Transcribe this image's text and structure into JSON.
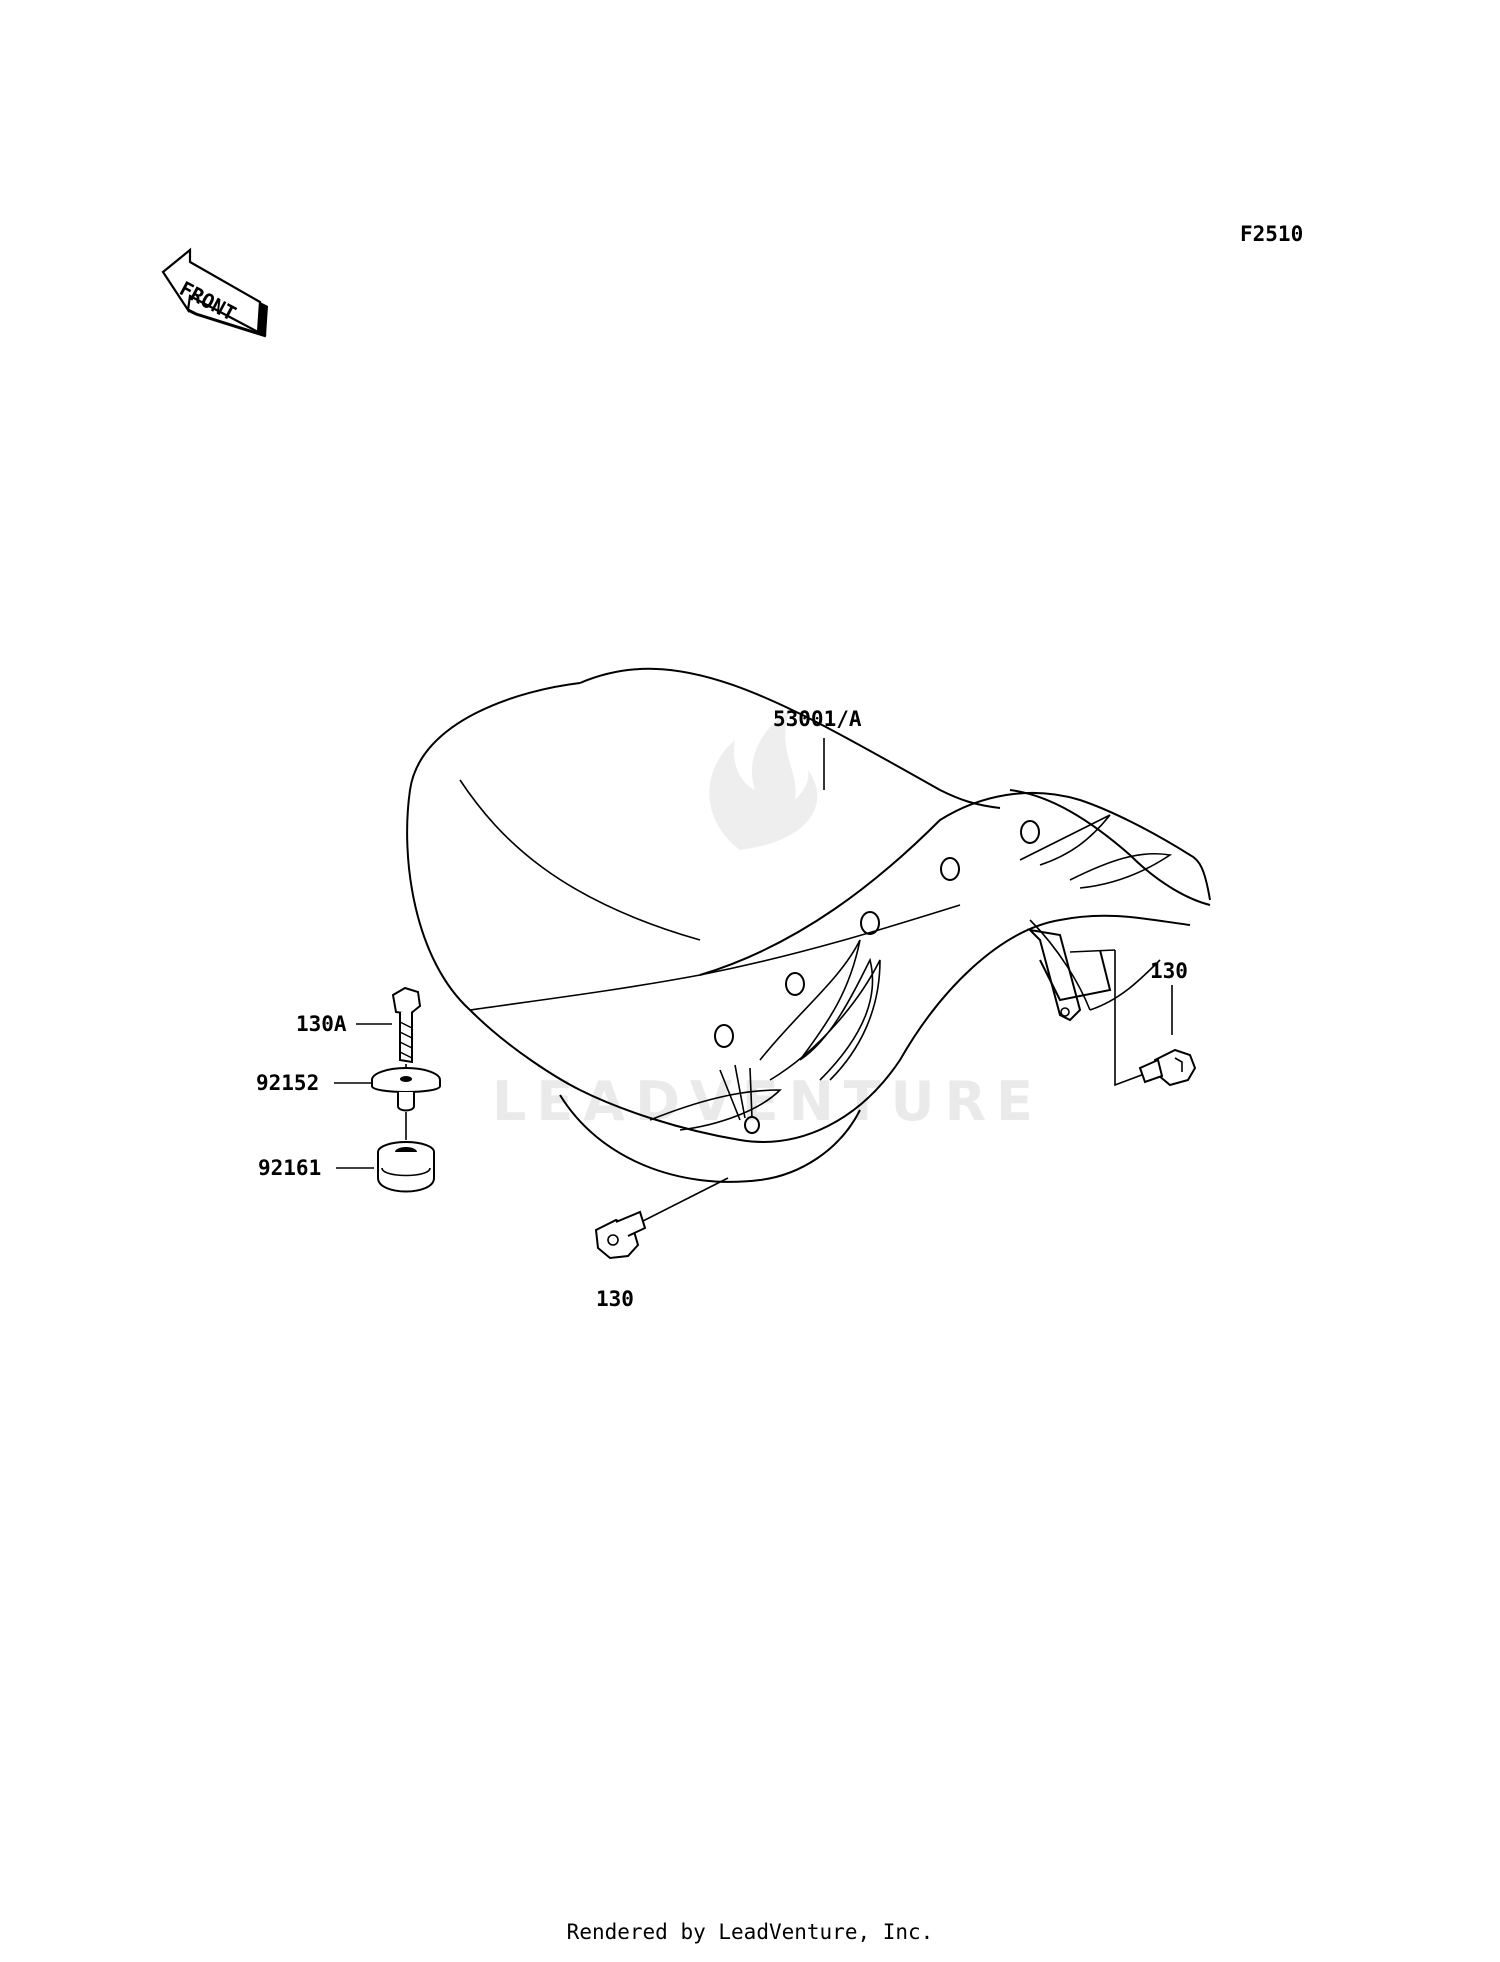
{
  "diagram": {
    "figure_code": "F2510",
    "front_label": "FRONT",
    "watermark": "LEADVENTURE",
    "callouts": {
      "seat": "53001/A",
      "bolt_right": "130",
      "bolt_bottom": "130",
      "bolt_top": "130A",
      "collar": "92152",
      "damper": "92161"
    }
  },
  "footer": {
    "text": "Rendered by LeadVenture, Inc."
  }
}
